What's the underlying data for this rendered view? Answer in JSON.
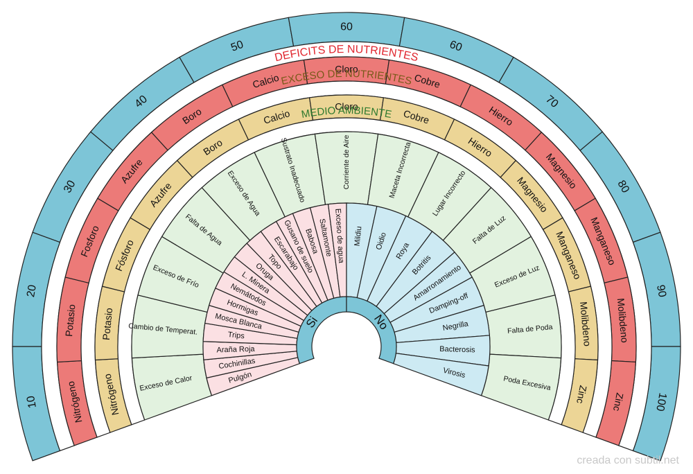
{
  "scale": {
    "labels": [
      "10",
      "20",
      "30",
      "40",
      "50",
      "60",
      "60",
      "70",
      "80",
      "90",
      "100"
    ],
    "color": "#7dc5d7"
  },
  "deficits": {
    "title": "DEFICITS DE NUTRIENTES",
    "title_color": "#e0262e",
    "color": "#ec7a78",
    "items": [
      "Nitrógeno",
      "Potasio",
      "Fosforo",
      "Azufre",
      "Boro",
      "Calcio",
      "Cloro",
      "Cobre",
      "Hierro",
      "Magnesio",
      "Manganeso",
      "Molibdeno",
      "Zinc"
    ]
  },
  "excess": {
    "title": "EXCESO DE NUTRIENTES",
    "title_color": "#7a5a1a",
    "color": "#ecd596",
    "items": [
      "Nitrógeno",
      "Potasio",
      "Fósforo",
      "Azufre",
      "Boro",
      "Calcio",
      "Cloro",
      "Cobre",
      "Hierro",
      "Magnesio",
      "Manganeso",
      "Molibdeno",
      "Zinc"
    ]
  },
  "environment": {
    "title": "MEDIO AMBIENTE",
    "title_color": "#2f7a2f",
    "color": "#e2f2df",
    "items": [
      "Exceso de Calor",
      "Cambio de Temperat.",
      "Exceso de Frío",
      "Falta de Agua",
      "Exceso de Agua",
      "Sustrato Inadecuado",
      "Corriente de Aire",
      "Maceta Incorrecta",
      "Lugar Incorrecto",
      "Falta de Luz",
      "Exceso de Luz",
      "Falta de Poda",
      "Poda Excesiva"
    ]
  },
  "pests": {
    "color": "#fbe0e3",
    "items": [
      "Pulgón",
      "Cochinillas",
      "Araña Roja",
      "Trips",
      "Mosca Blanca",
      "Hormigas",
      "Nemátodos",
      "L. Minera",
      "Oruga",
      "Topo",
      "Escarabajo",
      "Gusano de suelo",
      "Babosa",
      "Saltamonte",
      "Exceso de agua"
    ]
  },
  "diseases": {
    "color": "#cdeaf3",
    "items": [
      "Mildiu",
      "Oidio",
      "Roya",
      "Botritis",
      "Amarronamiento",
      "Damping-off",
      "Negrilla",
      "Bacterosis",
      "Virosis"
    ]
  },
  "center": {
    "yes_label": "Si",
    "no_label": "No",
    "color": "#7dc5d7"
  },
  "footer": {
    "credit": "creada con subtil.net"
  }
}
